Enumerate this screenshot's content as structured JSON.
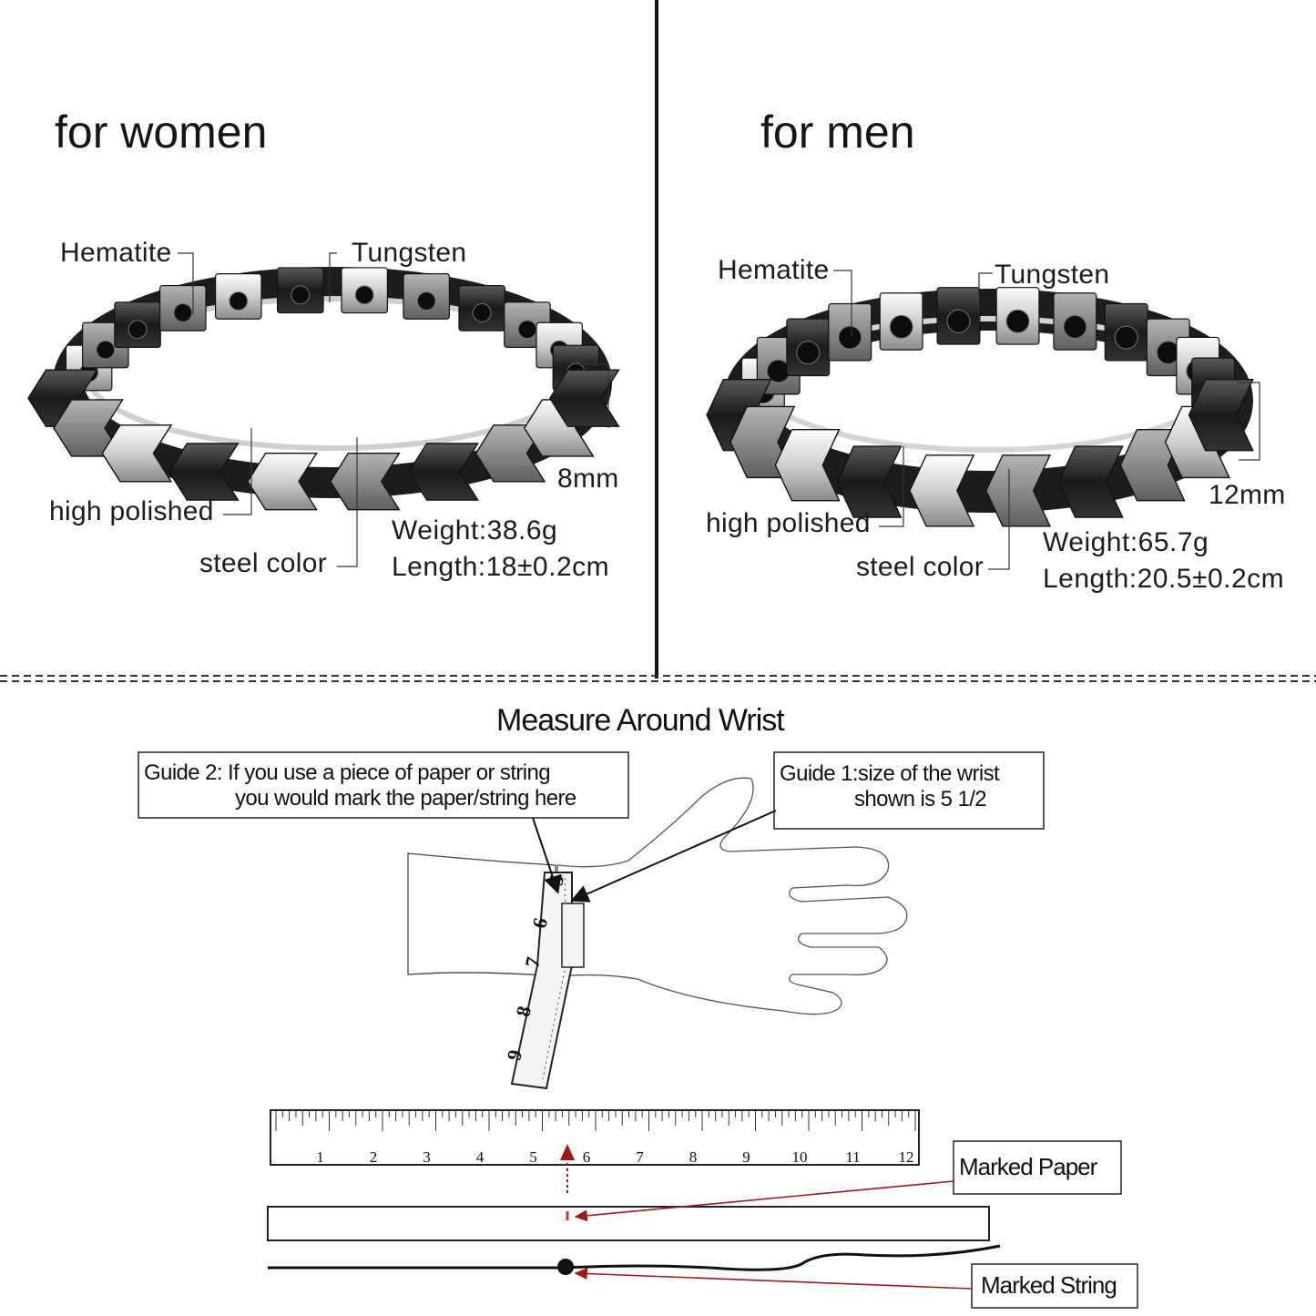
{
  "women": {
    "heading": "for women",
    "labels": {
      "hematite": "Hematite",
      "tungsten": "Tungsten",
      "high_polished": "high polished",
      "steel_color": "steel color"
    },
    "width_label": "8mm",
    "weight": "Weight:38.6g",
    "length": "Length:18±0.2cm"
  },
  "men": {
    "heading": "for men",
    "labels": {
      "hematite": "Hematite",
      "tungsten": "Tungsten",
      "high_polished": "high polished",
      "steel_color": "steel color"
    },
    "width_label": "12mm",
    "weight": "Weight:65.7g",
    "length": "Length:20.5±0.2cm"
  },
  "guide": {
    "title": "Measure Around Wrist",
    "guide2_line1": "Guide 2: If you use a piece of paper or string",
    "guide2_line2": "you would mark the paper/string here",
    "guide1_line1": "Guide 1:size of the wrist",
    "guide1_line2": "shown is 5 1/2",
    "tape_numbers": [
      "5",
      "6",
      "7",
      "8",
      "9"
    ],
    "ruler_numbers": [
      "1",
      "2",
      "3",
      "4",
      "5",
      "6",
      "7",
      "8",
      "9",
      "10",
      "11",
      "12"
    ],
    "marked_paper": "Marked Paper",
    "marked_string": "Marked String"
  },
  "colors": {
    "arrow_red": "#a01818",
    "line": "#111111"
  }
}
